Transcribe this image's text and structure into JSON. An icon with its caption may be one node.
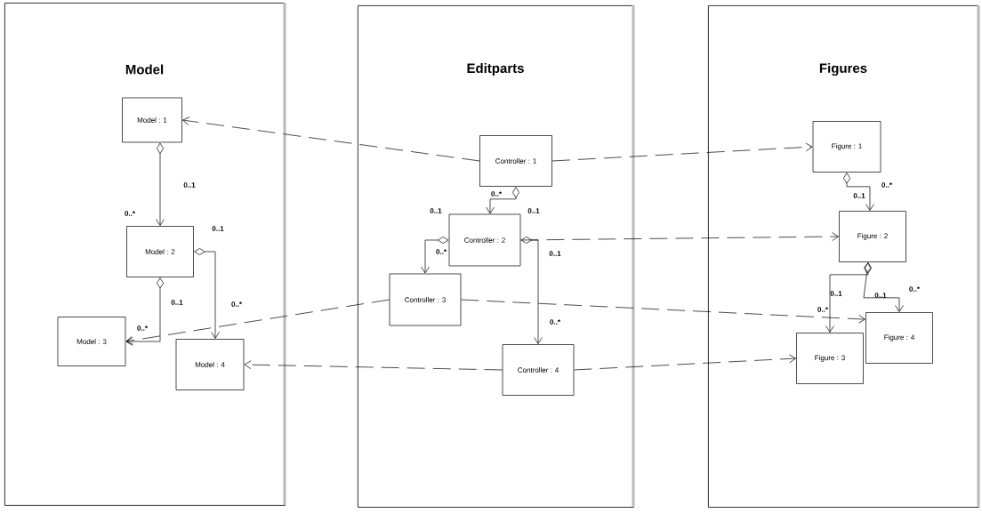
{
  "diagram": {
    "nodes": [
      {
        "text": [
          "Model"
        ]
      },
      {
        "text": [
          "Model : 1"
        ],
        "in": 0
      },
      {
        "text": [
          "Model : 2"
        ],
        "in": 0
      },
      {
        "text": [
          "Model : 3"
        ],
        "in": 0
      },
      {
        "text": [
          "Model : 4"
        ],
        "in": 0
      },
      {
        "text": [
          "Editparts"
        ]
      },
      {
        "text": [
          "Controller : 1"
        ],
        "in": 5
      },
      {
        "text": [
          "Controller : 2"
        ],
        "in": 5
      },
      {
        "text": [
          "Controller : 3"
        ],
        "in": 5
      },
      {
        "text": [
          "Controller : 4"
        ],
        "in": 5
      },
      {
        "text": [
          "Figures"
        ]
      },
      {
        "text": [
          "Figure : 1"
        ],
        "in": 10
      },
      {
        "text": [
          "Figure : 2"
        ],
        "in": 10
      },
      {
        "text": [
          "Figure : 3"
        ],
        "in": 10
      },
      {
        "text": [
          "Figure : 4"
        ],
        "in": 10
      }
    ],
    "edges": [
      {
        "from": 6,
        "to": 1,
        "arrow": "to",
        "style": "dashed"
      },
      {
        "from": 6,
        "to": 11,
        "arrow": "to",
        "style": "dashed"
      },
      {
        "from": 7,
        "to": 12,
        "arrow": "to",
        "style": "dashed"
      },
      {
        "from": 8,
        "to": 3,
        "arrow": "to",
        "style": "dashed"
      },
      {
        "from": 8,
        "to": 14,
        "arrow": "to",
        "style": "dashed"
      },
      {
        "from": 9,
        "to": 4,
        "arrow": "to",
        "style": "dashed"
      },
      {
        "from": 9,
        "to": 13,
        "arrow": "to",
        "style": "dashed"
      },
      {
        "from": 1,
        "to": 2,
        "arrow": "to"
      },
      {
        "from": 2,
        "to": 3,
        "arrow": "to"
      },
      {
        "from": 2,
        "to": 4,
        "arrow": "to"
      },
      {
        "from": 6,
        "to": 7,
        "arrow": "to"
      },
      {
        "from": 7,
        "to": 8,
        "arrow": "to"
      },
      {
        "from": 7,
        "to": 9,
        "arrow": "to"
      },
      {
        "from": 11,
        "to": 12,
        "arrow": "to"
      },
      {
        "from": 12,
        "to": 13,
        "arrow": "to"
      },
      {
        "from": 12,
        "to": 14,
        "arrow": "to"
      }
    ],
    "labels": [
      "0..1",
      "0..*",
      "0..1",
      "0..*",
      "0..1",
      "0..*",
      "0..1",
      "0..*",
      "0..1",
      "0..*",
      "0..1",
      "0..*",
      "0..1",
      "0..*",
      "0..1",
      "0..*",
      "0..1",
      "0..*"
    ]
  }
}
